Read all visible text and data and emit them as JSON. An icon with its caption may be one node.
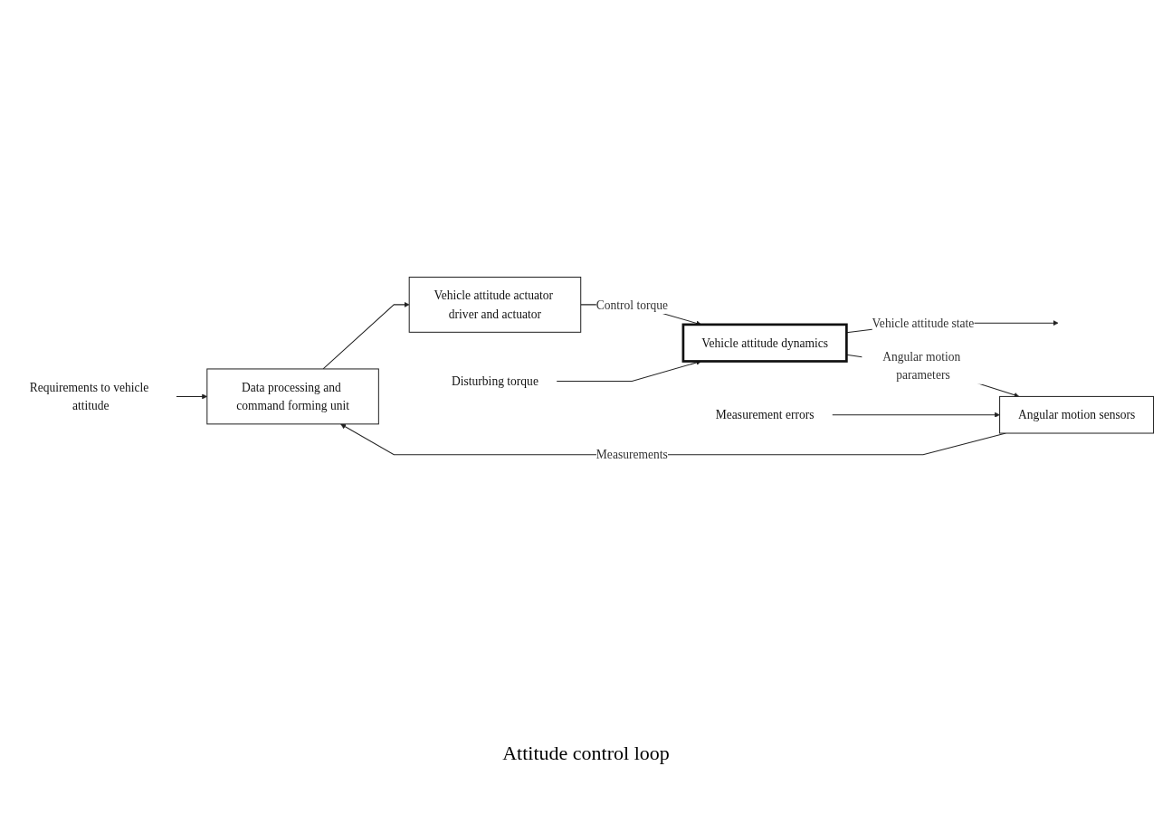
{
  "diagram": {
    "nodes": [
      {
        "text": [
          "Requirements to vehicle attitude"
        ]
      },
      {
        "text": [
          "Data processing and command forming unit"
        ]
      },
      {
        "text": [
          "Vehicle attitude actuator driver and actuator"
        ]
      },
      {
        "text": [
          "Disturbing torque"
        ]
      },
      {
        "text": [
          "Vehicle attitude dynamics"
        ]
      },
      {
        "text": [
          "Angular motion sensors"
        ]
      },
      {
        "text": [
          "Measurement errors"
        ]
      }
    ],
    "edges": [
      {
        "from": 0,
        "to": 1,
        "arrow": "to"
      },
      {
        "from": 1,
        "to": 2,
        "arrow": "to"
      },
      {
        "from": 2,
        "to": 4,
        "arrow": "to",
        "label": "Control torque"
      },
      {
        "from": 3,
        "to": 4,
        "arrow": "to"
      },
      {
        "from": 4,
        "to": null,
        "arrow": "to",
        "label": "Vehicle attitude state"
      },
      {
        "from": 4,
        "to": 5,
        "arrow": "to",
        "label": "Angular motion parameters"
      },
      {
        "from": 5,
        "to": 1,
        "arrow": "to",
        "label": "Measurements"
      },
      {
        "from": 6,
        "to": 5,
        "arrow": "to"
      }
    ],
    "labels": [
      "Attitude control loop"
    ]
  }
}
